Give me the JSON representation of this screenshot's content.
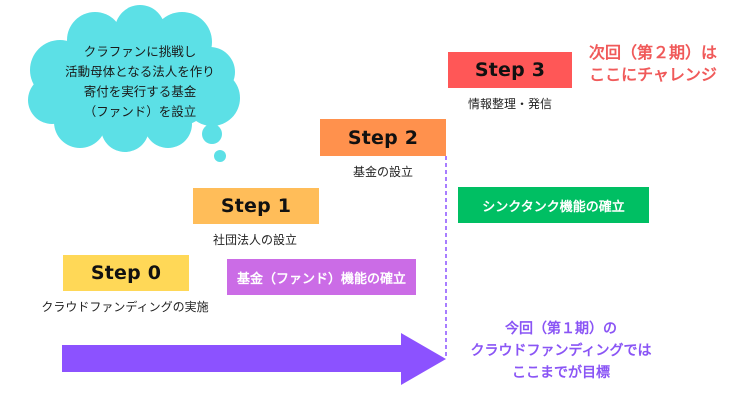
{
  "colors": {
    "cloud": "#5ce0e6",
    "step0": "#ffd857",
    "step1": "#ffbd59",
    "step2": "#ff914d",
    "step3": "#ff5757",
    "fund_function": "#cb6ce6",
    "thinktank_function": "#00bf63",
    "arrow": "#8c52ff",
    "next_note": "#f05a5a",
    "current_note": "#8a55f5"
  },
  "cloud": {
    "lines": [
      "クラファンに挑戦し",
      "活動母体となる法人を作り",
      "寄付を実行する基金",
      "（ファンド）を設立"
    ]
  },
  "steps": [
    {
      "label": "Step 0",
      "caption": "クラウドファンディングの実施"
    },
    {
      "label": "Step 1",
      "caption": "社団法人の設立"
    },
    {
      "label": "Step 2",
      "caption": "基金の設立"
    },
    {
      "label": "Step 3",
      "caption": "情報整理・発信"
    }
  ],
  "functions": {
    "fund": "基金（ファンド）機能の確立",
    "thinktank": "シンクタンク機能の確立"
  },
  "next_phase_note": {
    "lines": [
      "次回（第２期）は",
      "ここにチャレンジ"
    ]
  },
  "current_phase_note": {
    "lines": [
      "今回（第１期）の",
      "クラウドファンディングでは",
      "ここまでが目標"
    ]
  }
}
